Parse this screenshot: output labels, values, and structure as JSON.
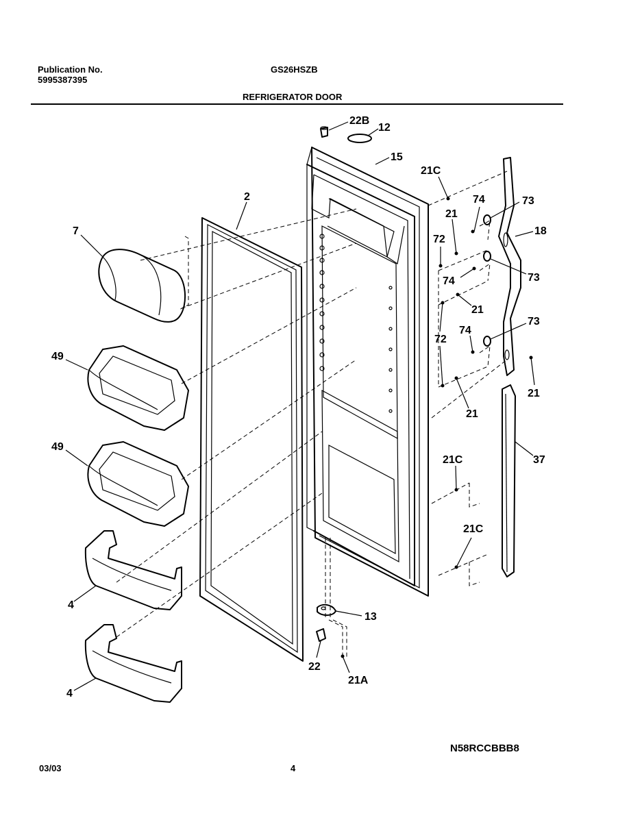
{
  "header": {
    "publication_label": "Publication No.",
    "publication_number": "5995387395",
    "model": "GS26HSZB",
    "section_title": "REFRIGERATOR DOOR"
  },
  "callouts": [
    {
      "id": "c22b",
      "text": "22B"
    },
    {
      "id": "c12",
      "text": "12"
    },
    {
      "id": "c15",
      "text": "15"
    },
    {
      "id": "c2",
      "text": "2"
    },
    {
      "id": "c21c-a",
      "text": "21C"
    },
    {
      "id": "c74-a",
      "text": "74"
    },
    {
      "id": "c73-a",
      "text": "73"
    },
    {
      "id": "c21-a",
      "text": "21"
    },
    {
      "id": "c18",
      "text": "18"
    },
    {
      "id": "c7",
      "text": "7"
    },
    {
      "id": "c72-a",
      "text": "72"
    },
    {
      "id": "c74-b",
      "text": "74"
    },
    {
      "id": "c73-b",
      "text": "73"
    },
    {
      "id": "c21-b",
      "text": "21"
    },
    {
      "id": "c73-c",
      "text": "73"
    },
    {
      "id": "c74-c",
      "text": "74"
    },
    {
      "id": "c72-b",
      "text": "72"
    },
    {
      "id": "c49-a",
      "text": "49"
    },
    {
      "id": "c21-c",
      "text": "21"
    },
    {
      "id": "c21-d",
      "text": "21"
    },
    {
      "id": "c49-b",
      "text": "49"
    },
    {
      "id": "c21c-b",
      "text": "21C"
    },
    {
      "id": "c37",
      "text": "37"
    },
    {
      "id": "c21c-c",
      "text": "21C"
    },
    {
      "id": "c4-a",
      "text": "4"
    },
    {
      "id": "c13",
      "text": "13"
    },
    {
      "id": "c22",
      "text": "22"
    },
    {
      "id": "c21a",
      "text": "21A"
    },
    {
      "id": "c4-b",
      "text": "4"
    }
  ],
  "footer": {
    "diagram_code": "N58RCCBBB8",
    "date": "03/03",
    "page": "4"
  }
}
